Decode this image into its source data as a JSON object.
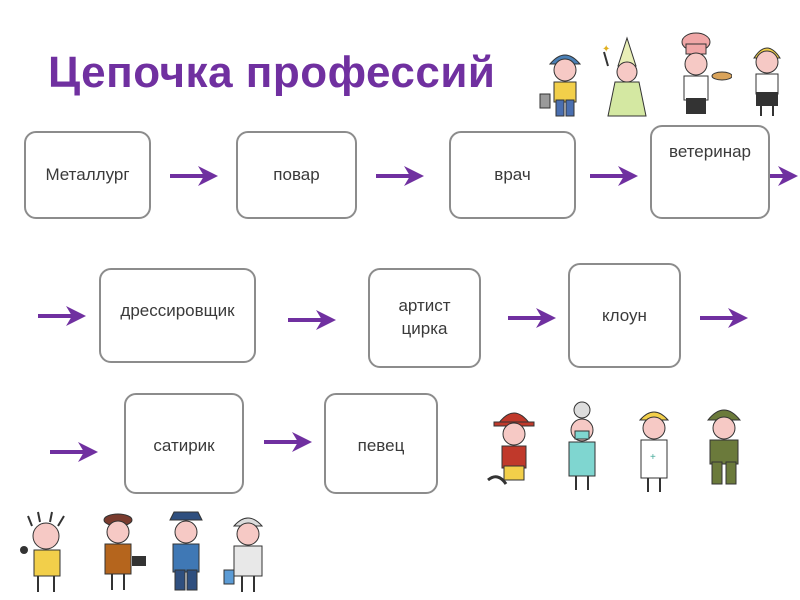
{
  "title": "Цепочка профессий",
  "professions": [
    "Металлург",
    "повар",
    "врач",
    "ветеринар",
    "дрессировщик",
    "артист цирка",
    "клоун",
    "сатирик",
    "певец"
  ],
  "colors": {
    "title": "#7030a0",
    "arrow": "#7030a0",
    "box_border": "#8c8c8c",
    "box_text": "#3a3a3a"
  },
  "illustrations": [
    "worker-figure",
    "wizard-figure",
    "chef-figure",
    "waitress-figure",
    "firefighter-figure",
    "dentist-figure",
    "nurse-figure",
    "soldier-figure",
    "singer-figure",
    "artist-figure",
    "police-figure",
    "painter-figure"
  ]
}
